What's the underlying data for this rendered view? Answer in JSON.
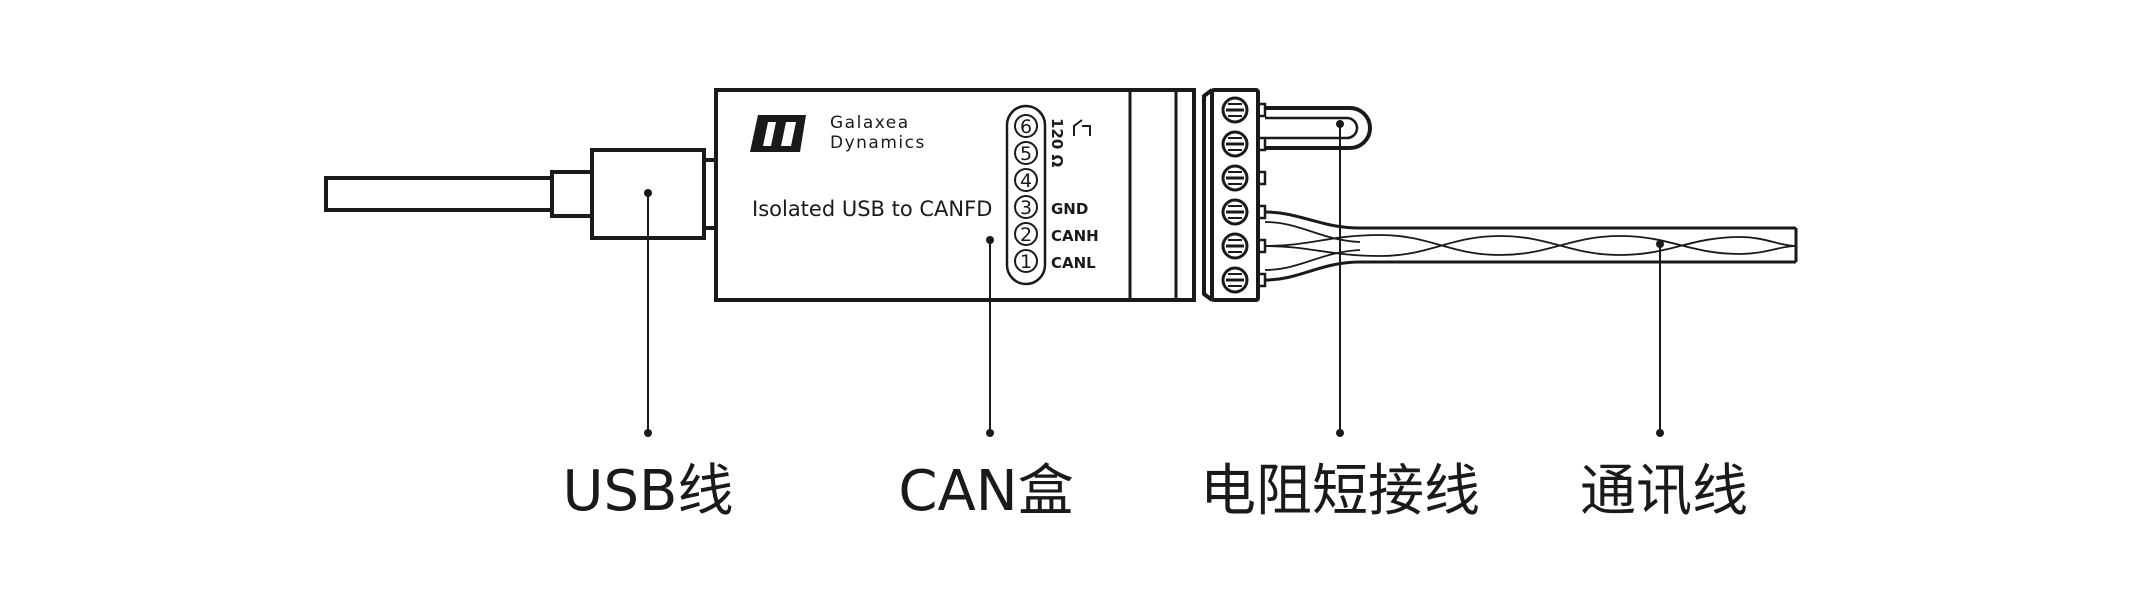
{
  "device": {
    "brand_line1": "Galaxea",
    "brand_line2": "Dynamics",
    "product_label": "Isolated USB to CANFD",
    "resistor_label": "120 Ω"
  },
  "pins": [
    {
      "number": "6",
      "label": ""
    },
    {
      "number": "5",
      "label": ""
    },
    {
      "number": "4",
      "label": ""
    },
    {
      "number": "3",
      "label": "GND"
    },
    {
      "number": "2",
      "label": "CANH"
    },
    {
      "number": "1",
      "label": "CANL"
    }
  ],
  "callouts": {
    "usb_cable": "USB线",
    "can_box": "CAN盒",
    "resistor_jumper": "电阻短接线",
    "comm_cable": "通讯线"
  },
  "colors": {
    "ink": "#1a1a1a",
    "background": "#ffffff"
  }
}
